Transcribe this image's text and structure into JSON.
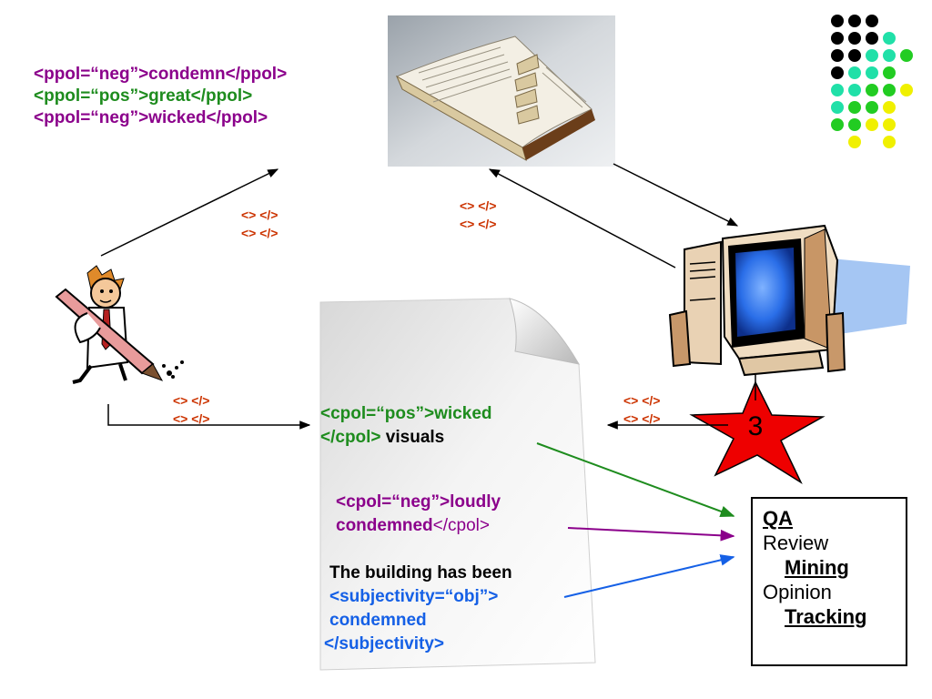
{
  "colors": {
    "neg": "#8b008b",
    "pos": "#1e8c1e",
    "obj": "#1560e6",
    "tag": "#cc3300",
    "star": "#ee0000"
  },
  "lexicon": [
    {
      "text": "<ppol=“neg”>condemn</ppol>",
      "polarity": "neg"
    },
    {
      "text": "<ppol=“pos”>great</ppol>",
      "polarity": "pos"
    },
    {
      "text": "<ppol=“neg”>wicked</ppol>",
      "polarity": "neg"
    }
  ],
  "tags": {
    "writer_to_lexicon": [
      "<> </>",
      "<> </>"
    ],
    "lexicon_to_computer": [
      "<> </>",
      "<> </>"
    ],
    "writer_to_document": [
      "<> </>",
      "<> </>"
    ],
    "computer_to_document": [
      "<> </>",
      "<> </>"
    ]
  },
  "document": {
    "pos_open": "<cpol=“pos”>wicked",
    "pos_close": "</cpol>",
    "pos_rest": " visuals",
    "neg_open": "<cpol=“neg”>loudly",
    "neg_word": "condemned",
    "neg_close": "</cpol>",
    "obj_sentence": "The building has been",
    "obj_open": "<subjectivity=“obj”>",
    "obj_word": "condemned",
    "obj_close": "</subjectivity>"
  },
  "star_label": "3",
  "applications": {
    "qa": "QA",
    "review": "Review",
    "mining": "Mining",
    "opinion": "Opinion",
    "tracking": "Tracking"
  },
  "icons": {
    "lexicon": "open-book-icon",
    "writer": "writer-with-pen-icon",
    "computer": "computer-icon",
    "document": "document-page-icon",
    "dots": "dot-grid-icon",
    "star": "star-icon"
  }
}
